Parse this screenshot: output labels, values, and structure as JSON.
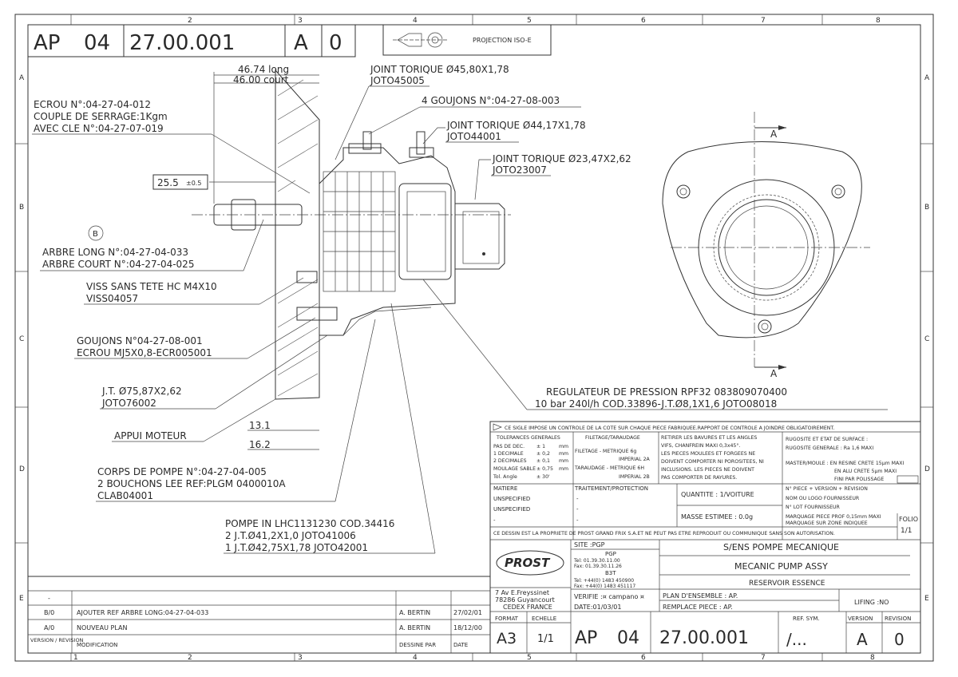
{
  "zone_columns": [
    "1",
    "2",
    "3",
    "4",
    "5",
    "6",
    "7",
    "8"
  ],
  "zone_rows": [
    "A",
    "B",
    "C",
    "D",
    "E"
  ],
  "header": {
    "prefix": "AP",
    "group": "04",
    "number": "27.00.001",
    "version": "A",
    "revision": "0",
    "projection": "PROJECTION ISO-E"
  },
  "dimensions": {
    "long": "46.74 long",
    "short": "46.00 court",
    "shaft_dim": "25.5",
    "shaft_tol": "±0.5",
    "d1": "13.1",
    "d2": "16.2"
  },
  "section_label": "A",
  "balloon": "B",
  "callouts": {
    "joint1_a": "JOINT TORIQUE Ø45,80X1,78",
    "joint1_b": "JOTO45005",
    "goujons4": "4 GOUJONS N°:04-27-08-003",
    "joint2_a": "JOINT TORIQUE Ø44,17X1,78",
    "joint2_b": "JOTO44001",
    "joint3_a": "JOINT TORIQUE Ø23,47X2,62",
    "joint3_b": "JOTO23007",
    "ecrou_a": "ECROU N°:04-27-04-012",
    "ecrou_b": "COUPLE DE SERRAGE:1Kgm",
    "ecrou_c": "AVEC CLE N°:04-27-07-019",
    "arbre_a": "ARBRE LONG  N°:04-27-04-033",
    "arbre_b": "ARBRE COURT N°:04-27-04-025",
    "viss_a": "VISS SANS TETE HC M4X10",
    "viss_b": "VISS04057",
    "goujons_a": "GOUJONS N°04-27-08-001",
    "goujons_b": "ECROU MJ5X0,8-ECR005001",
    "jt_a": "J.T. Ø75,87X2,62",
    "jt_b": "JOTO76002",
    "appui": "APPUI MOTEUR",
    "corps_a": "CORPS DE POMPE N°:04-27-04-005",
    "corps_b": "2 BOUCHONS LEE REF:PLGM 0400010A",
    "corps_c": "CLAB04001",
    "pompe_a": "POMPE IN LHC1131230 COD.34416",
    "pompe_b": "2 J.T.Ø41,2X1,0 JOTO41006",
    "pompe_c": "1 J.T.Ø42,75X1,78 JOTO42001",
    "reg_a": "REGULATEUR DE PRESSION RPF32 083809070400",
    "reg_b": "10 bar 240l/h COD.33896-J.T.Ø8,1X1,6 JOTO08018"
  },
  "notes": {
    "sigle": "CE SIGLE IMPOSE UN CONTROLE DE LA COTE SUR CHAQUE PIECE FABRIQUEE.RAPPORT DE CONTROLE A JOINDRE OBLIGATOIREMENT.",
    "tol_title": "TOLERANCES GENERALES",
    "tol_rows": [
      [
        "PAS DE DEC.",
        "± 1",
        "mm"
      ],
      [
        "1 DECIMALE",
        "± 0,2",
        "mm"
      ],
      [
        "2 DECIMALES",
        "± 0,1",
        "mm"
      ],
      [
        "MOULAGE SABLE",
        "± 0,75",
        "mm"
      ],
      [
        "Tol. Angle",
        "± 30'",
        ""
      ]
    ],
    "file_title": "FILETAGE/TARAUDAGE",
    "file_rows": [
      "FILETAGE - METRIQUE 6g",
      "IMPERIAL 2A",
      "TARAUDAGE - METRIQUE 6H",
      "IMPERIAL 2B"
    ],
    "retirer": [
      "RETIRER LES BAVURES ET LES ANGLES",
      "VIFS, CHANFREIN MAXI 0,3x45°.",
      "LES PIECES MOULEES ET FORGEES NE",
      "DOIVENT COMPORTER NI POROSITEES, NI",
      "INCLUSIONS. LES PIECES NE DOIVENT",
      "PAS COMPORTER DE RAYURES."
    ],
    "rugo": [
      "RUGOSITE ET ETAT DE SURFACE :",
      "RUGOSITE GENERALE : Ra 1,6 MAXI",
      "MASTER/MOULE : EN RESINE CRETE 15µm MAXI",
      "EN ALU CRETE 5µm MAXI",
      "FINI PAR POLISSAGE"
    ],
    "matiere_label": "MATIERE",
    "matiere_1": "UNSPECIFIED",
    "matiere_2": "UNSPECIFIED",
    "traitement_label": "TRAITEMENT/PROTECTION",
    "dash": "-",
    "quantite": "QUANTITE : 1/VOITURE",
    "masse": "MASSE ESTIMEE : 0.0g",
    "marking": [
      "N° PIECE + VERSION + REVISION",
      "NOM OU LOGO FOURNISSEUR",
      "N° LOT FOURNISSEUR",
      "MARQUAGE PIECE PROF 0,15mm MAXI",
      "MARQUAGE SUR ZONE INDIQUEE"
    ],
    "folio_label": "FOLIO",
    "folio": "1/1",
    "propriete": "CE DESSIN EST LA PROPRIETE DE PROST GRAND FRIX S.A.ET NE PEUT PAS ETRE REPRODUIT OU COMMUNIQUE SANS SON AUTORISATION."
  },
  "company": {
    "logo": "PROST",
    "address1": "7 Av E.Freyssinet",
    "address2": "78286 Guyancourt",
    "address3": "CEDEX FRANCE",
    "site_label": "SITE :PGP",
    "pgp": "PGP",
    "tel1": "Tel: 01.39.30.11.00",
    "fax1": "Fax: 01.39.30.11.26",
    "b3t": "B3T",
    "tel2": "Tel: +44(0) 1483 450900",
    "fax2": "Fax: +44(0) 1483 451117"
  },
  "titles": {
    "fr": "S/ENS POMPE MECANIQUE",
    "en": "MECANIC PUMP ASSY",
    "sub": "RESERVOIR ESSENCE",
    "verifie": "VERIFIE :¤ campano ¤",
    "date": "DATE:01/03/01",
    "plan": "PLAN D'ENSEMBLE : AP.",
    "remplace": "REMPLACE PIECE : AP.",
    "lifing": "LIFING :NO",
    "format_label": "FORMAT",
    "format": "A3",
    "echelle_label": "ECHELLE",
    "echelle": "1/1",
    "ref_sym_label": "REF. SYM.",
    "ref_sym": "/...",
    "version_label": "VERSION",
    "revision_label": "REVISION"
  },
  "revisions": {
    "rows": [
      {
        "ver": "-",
        "mod": "",
        "by": "",
        "date": ""
      },
      {
        "ver": "B/0",
        "mod": "AJOUTER REF ARBRE LONG:04-27-04-033",
        "by": "A. BERTIN",
        "date": "27/02/01"
      },
      {
        "ver": "A/0",
        "mod": "NOUVEAU PLAN",
        "by": "A. BERTIN",
        "date": "18/12/00"
      }
    ],
    "h_ver": "VERSION / REVISION",
    "h_mod": "MODIFICATION",
    "h_by": "DESSINE PAR",
    "h_date": "DATE"
  }
}
